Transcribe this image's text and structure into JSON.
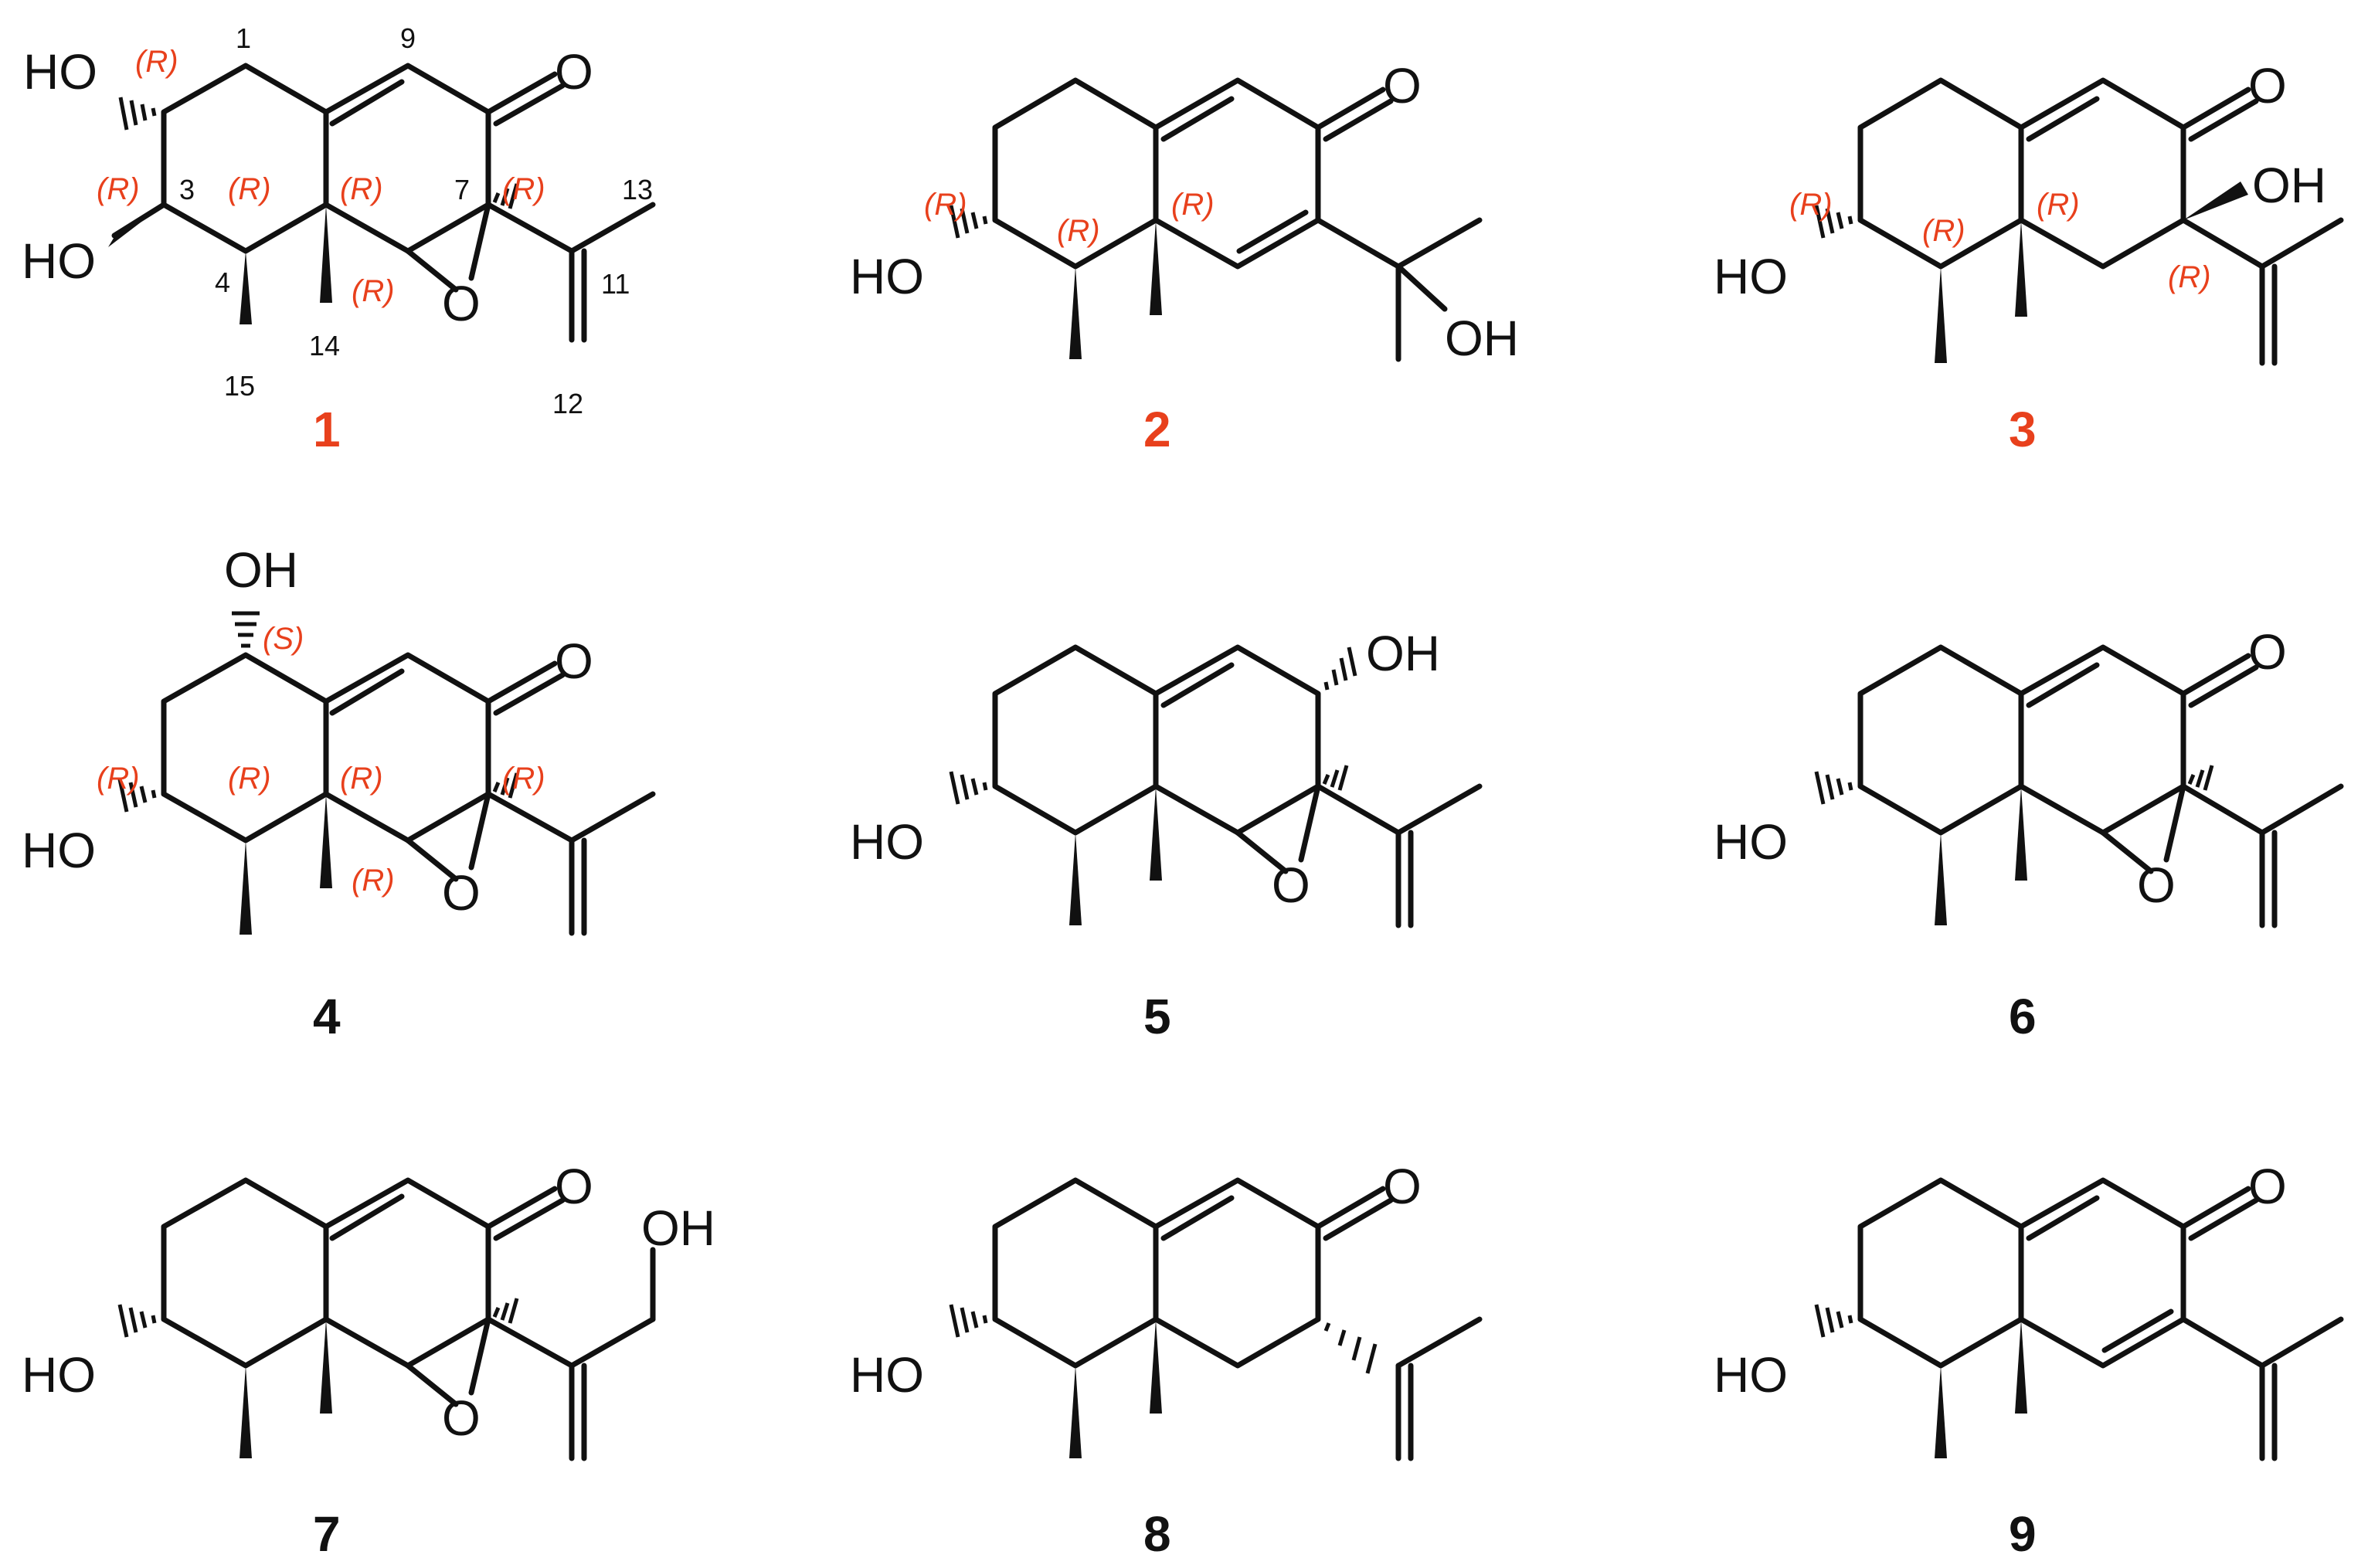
{
  "colors": {
    "highlight": "#e8401c",
    "ink": "#111111"
  },
  "compounds": [
    {
      "id": "1",
      "highlighted": true,
      "atoms": {
        "OH_2": "HO",
        "OH_3": "HO",
        "O_ketone": "O",
        "O_epoxide": "O"
      },
      "numbering": {
        "c1": "1",
        "c3": "3",
        "c4": "4",
        "c7": "7",
        "c9": "9",
        "c11": "11",
        "c12": "12",
        "c13": "13",
        "c14": "14",
        "c15": "15"
      },
      "stereo": {
        "c2": "(R)",
        "c3": "(R)",
        "c4": "(R)",
        "c5": "(R)",
        "c7": "(R)",
        "c6": "(R)"
      }
    },
    {
      "id": "2",
      "highlighted": true,
      "atoms": {
        "OH_3": "HO",
        "O_ketone": "O",
        "OH_side": "OH"
      },
      "stereo": {
        "c3": "(R)",
        "c4": "(R)",
        "c5": "(R)"
      }
    },
    {
      "id": "3",
      "highlighted": true,
      "atoms": {
        "OH_3": "HO",
        "O_ketone": "O",
        "OH_7": "OH"
      },
      "stereo": {
        "c3": "(R)",
        "c4": "(R)",
        "c5": "(R)",
        "c7": "(R)"
      }
    },
    {
      "id": "4",
      "highlighted": false,
      "atoms": {
        "OH_1": "OH",
        "OH_3": "HO",
        "O_ketone": "O",
        "O_epoxide": "O"
      },
      "stereo": {
        "c1": "(S)",
        "c3": "(R)",
        "c4": "(R)",
        "c5": "(R)",
        "c7": "(R)",
        "c6": "(R)"
      }
    },
    {
      "id": "5",
      "highlighted": false,
      "atoms": {
        "OH_8": "OH",
        "OH_3": "HO",
        "O_epoxide": "O"
      }
    },
    {
      "id": "6",
      "highlighted": false,
      "atoms": {
        "OH_3": "HO",
        "O_ketone": "O",
        "O_epoxide": "O"
      }
    },
    {
      "id": "7",
      "highlighted": false,
      "atoms": {
        "OH_3": "HO",
        "O_ketone": "O",
        "O_epoxide": "O",
        "OH_side": "OH"
      }
    },
    {
      "id": "8",
      "highlighted": false,
      "atoms": {
        "OH_3": "HO",
        "O_ketone": "O"
      }
    },
    {
      "id": "9",
      "highlighted": false,
      "atoms": {
        "OH_3": "HO",
        "O_ketone": "O"
      }
    }
  ]
}
